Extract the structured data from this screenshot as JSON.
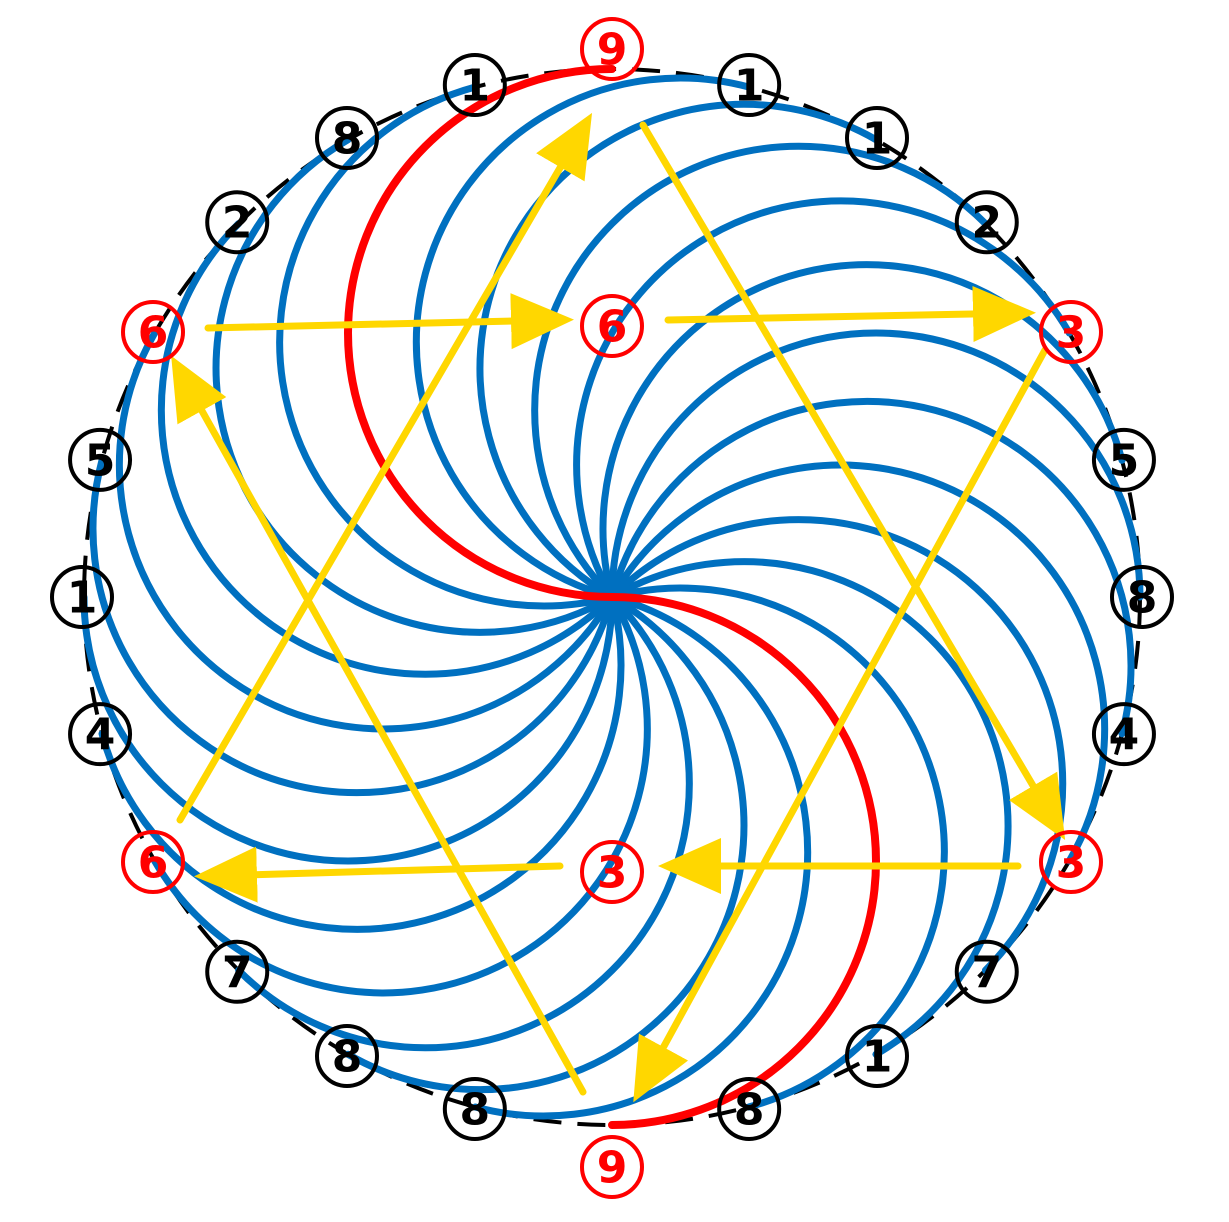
{
  "diagram": {
    "colors": {
      "background": "#ffffff",
      "spiral_blue": "#0070c0",
      "spiral_red": "#ff0000",
      "arrow_yellow": "#ffd700",
      "outline_black": "#000000",
      "digit_black": "#000000",
      "digit_red": "#ff0000"
    },
    "spiral_arm_count": 24,
    "highlighted_arms": [
      0,
      12
    ],
    "outer_ring_style": "dashed",
    "outer_digits": [
      "9",
      "1",
      "1",
      "2",
      "3",
      "5",
      "8",
      "4",
      "3",
      "7",
      "1",
      "8",
      "9",
      "8",
      "8",
      "7",
      "6",
      "4",
      "1",
      "5",
      "6",
      "2",
      "8",
      "1"
    ],
    "outer_digit_highlight": [
      true,
      false,
      false,
      false,
      true,
      false,
      false,
      false,
      true,
      false,
      false,
      false,
      true,
      false,
      false,
      false,
      true,
      false,
      false,
      false,
      true,
      false,
      false,
      false
    ],
    "inner_hexagon_digits": [
      "6",
      "3",
      "3",
      "3",
      "6",
      "9",
      "9",
      "6"
    ],
    "inner_digits": [
      {
        "id": "inner-six-top",
        "label": "6",
        "highlight": true
      },
      {
        "id": "inner-three-bottom",
        "label": "3",
        "highlight": true
      }
    ]
  }
}
